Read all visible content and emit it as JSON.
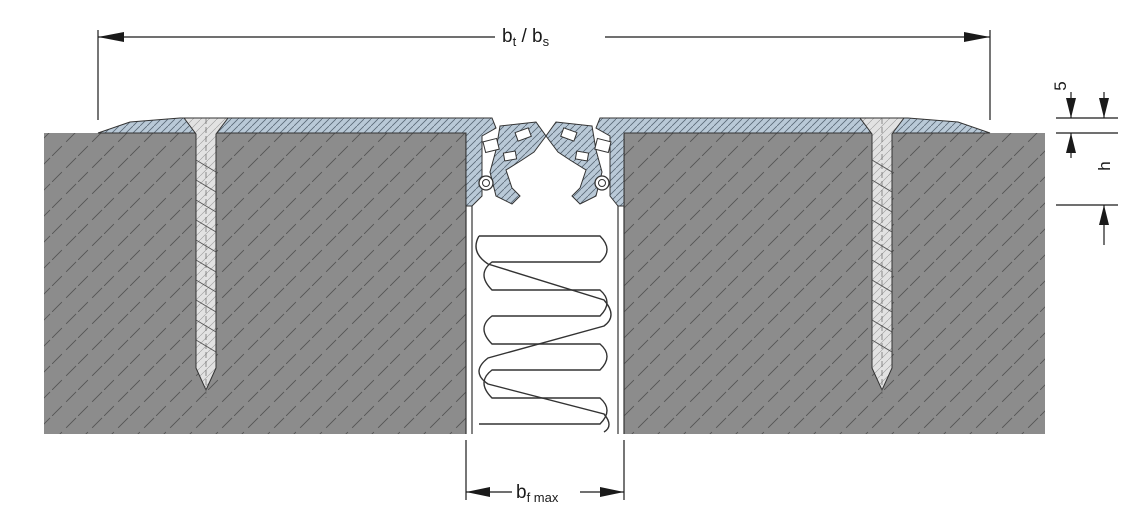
{
  "labels": {
    "total_width_main": "b",
    "total_width_sub1": "t",
    "total_width_sep": " / b",
    "total_width_sub2": "s",
    "joint_width_main": "b",
    "joint_width_sub": "f max",
    "top_offset": "5",
    "height": "h"
  },
  "colors": {
    "concrete": "#8c8c8c",
    "concrete_hatch": "#4a4a4a",
    "profile": "#b8c8d6",
    "profile_hatch": "#5c6a78",
    "screw": "#dcdcdc",
    "line": "#1a1a1a"
  }
}
